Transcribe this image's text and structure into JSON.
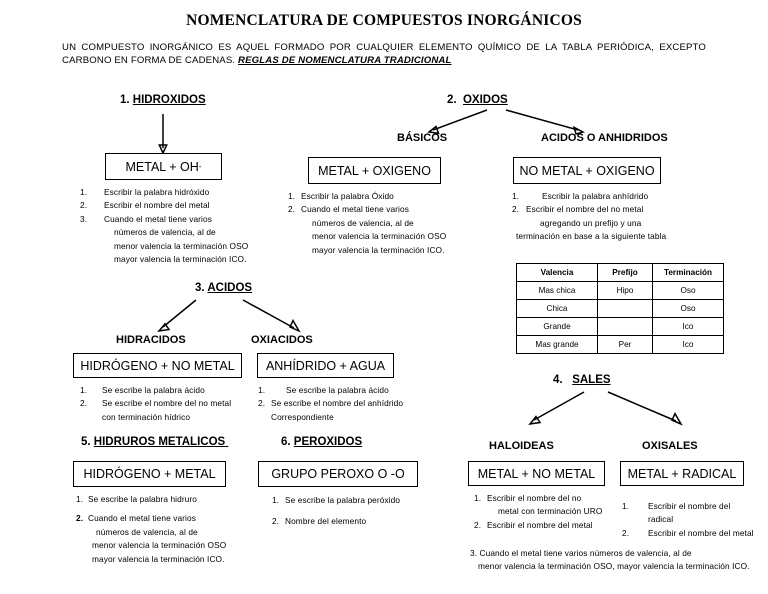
{
  "title": "NOMENCLATURA DE COMPUESTOS INORGÁNICOS",
  "intro": {
    "text": "UN COMPUESTO INORGÁNICO ES AQUEL FORMADO POR CUALQUIER ELEMENTO QUÍMICO DE LA TABLA PERIÓDICA, EXCEPTO CARBONO EN FORMA DE CADENAS. ",
    "rules": "REGLAS DE NOMENCLATURA TRADICIONAL"
  },
  "sections": {
    "hidroxidos": {
      "number": "1.",
      "title": "HIDROXIDOS",
      "box": "METAL  +  OH",
      "box_sup": "-",
      "steps": [
        {
          "n": "1.",
          "t": "Escribir la palabra hidróxido"
        },
        {
          "n": "2.",
          "t": "Escribir el nombre del metal"
        },
        {
          "n": "3.",
          "t": "Cuando el metal tiene varios"
        },
        {
          "n": "",
          "t": "números de valencia, al de"
        },
        {
          "n": "",
          "t": "menor valencia la terminación OSO"
        },
        {
          "n": "",
          "t": "mayor valencia la terminación ICO."
        }
      ]
    },
    "oxidos": {
      "number": "2.",
      "title": "OXIDOS",
      "basicos": {
        "title": "BÁSICOS",
        "box": "METAL + OXIGENO",
        "steps": [
          {
            "n": "1.",
            "t": "Escribir la palabra Óxido"
          },
          {
            "n": "2.",
            "t": "Cuando el metal tiene varios"
          },
          {
            "n": "",
            "t": "números de valencia, al de"
          },
          {
            "n": "",
            "t": "menor valencia la terminación OSO"
          },
          {
            "n": "",
            "t": "mayor valencia la terminación ICO."
          }
        ]
      },
      "acidos_anhidridos": {
        "title": "ACIDOS O ANHIDRIDOS",
        "box": "NO METAL + OXIGENO",
        "steps": [
          {
            "n": "1.",
            "t": "Escribir la palabra anhídrido"
          },
          {
            "n": "2.",
            "t": "Escribir el nombre del no metal"
          },
          {
            "n": "",
            "t": "agregando un prefijo y una"
          },
          {
            "n": "",
            "t": "terminación en base a la siguiente tabla"
          }
        ]
      }
    },
    "acidos": {
      "number": "3.",
      "title": "ACIDOS",
      "hidracidos": {
        "title": "HIDRACIDOS",
        "box": "HIDRÓGENO  +  NO METAL",
        "steps": [
          {
            "n": "1.",
            "t": "Se escribe la palabra ácido"
          },
          {
            "n": "2.",
            "t": "Se escribe el nombre del no metal"
          },
          {
            "n": "",
            "t": "con terminación hídrico"
          }
        ]
      },
      "oxiacidos": {
        "title": "OXIACIDOS",
        "box": "ANHÍDRIDO  +  AGUA",
        "steps": [
          {
            "n": "1.",
            "t": "Se escribe la palabra ácido"
          },
          {
            "n": "2.",
            "t": "Se escribe el nombre del anhídrido"
          },
          {
            "n": "",
            "t": "Correspondiente"
          }
        ]
      }
    },
    "sales": {
      "number": "4.",
      "title": "SALES",
      "haloideas": {
        "title": "HALOIDEAS",
        "box": "METAL + NO METAL",
        "steps": [
          {
            "n": "1.",
            "t": "Escribir el nombre del no"
          },
          {
            "n": "",
            "t": "metal con terminación URO"
          },
          {
            "n": "2.",
            "t": "Escribir el nombre del metal"
          }
        ],
        "footer": [
          "3. Cuando el metal tiene varios  números de valencia, al de",
          "menor valencia la terminación OSO, mayor valencia la terminación ICO."
        ]
      },
      "oxisales": {
        "title": "OXISALES",
        "box": "METAL + RADICAL",
        "steps": [
          {
            "n": "1.",
            "t": "Escribir el nombre del"
          },
          {
            "n": "",
            "t": "radical"
          },
          {
            "n": "2.",
            "t": "Escribir el nombre del metal"
          }
        ]
      }
    },
    "hidruros": {
      "number": "5.",
      "title": "HIDRUROS METALICOS",
      "box": "HIDRÓGENO  +  METAL",
      "steps": [
        {
          "n": "1.",
          "t": "Se escribe la palabra hidruro",
          "bold": false
        },
        {
          "n": "2.",
          "t": "Cuando el metal tiene varios",
          "bold": true
        },
        {
          "n": "",
          "t": "números de valencia, al de"
        },
        {
          "n": "",
          "t": "menor valencia la terminación OSO"
        },
        {
          "n": "",
          "t": "mayor valencia la terminación ICO."
        }
      ]
    },
    "peroxidos": {
      "number": "6.",
      "title": "PEROXIDOS",
      "box": "GRUPO PEROXO  O -O",
      "steps": [
        {
          "n": "1.",
          "t": "Se escribe la palabra peróxido"
        },
        {
          "n": "2.",
          "t": "Nombre del elemento"
        }
      ]
    }
  },
  "valencia_table": {
    "headers": [
      "Valencia",
      "Prefijo",
      "Terminación"
    ],
    "rows": [
      [
        "Mas chica",
        "Hipo",
        "Oso"
      ],
      [
        "Chica",
        "",
        "Oso"
      ],
      [
        "Grande",
        "",
        "Ico"
      ],
      [
        "Mas grande",
        "Per",
        "Ico"
      ]
    ]
  }
}
